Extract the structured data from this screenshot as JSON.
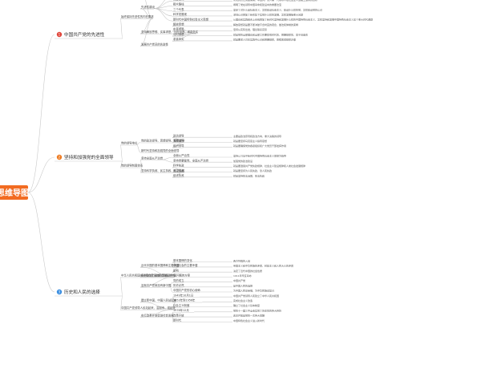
{
  "root": {
    "label": "的思维导图",
    "color": "#f26b21"
  },
  "colors": {
    "line": "#c9c9c9",
    "section": "#e8a33a",
    "badge_red": "#e0453a",
    "badge_orange": "#ee7b22",
    "badge_blue": "#3a8ee0"
  },
  "sections": [
    {
      "num": "1",
      "label": "中国共产党的先进性",
      "children": [
        {
          "label": "始终保持先进性的内在要求",
          "children": [
            {
              "label": "马克思主义",
              "leaf": "马克思主义是我们立党立国的根本指导思想"
            },
            {
              "label": "先进性建设",
              "children": [
                {
                  "label": "马克思主义",
                  "leaf": "马克思主义是我们党立党立国的根本指导思想，坚持马克思主义在意识形态领域指导地位"
                },
                {
                  "label": "社会主义",
                  "leaf": "从党的历史角度来看，中国共产党人第一代领导人在社会主义道路上追求的目标"
                },
                {
                  "label": "群众路线",
                  "leaf": "阐明了党在领导中国革命和建设中的重要法宝"
                },
                {
                  "label": "三个代表",
                  "leaf": "坚定了对什么是社会主义、怎样建设社会主义、建设什么样的党、怎样建设党的认识"
                },
                {
                  "label": "科学发展观",
                  "leaf": "深刻认识回答了新形势下实现什么样的发展、怎样发展等重大问题"
                },
                {
                  "label": "新时代中国特色社会主义思想",
                  "leaf": "从理论和实践结合上系统回答了新时代坚持和发展什么样的中国特色社会主义、怎样坚持和发展中国特色社会主义这个重大时代课题"
                }
              ]
            },
            {
              "label": "坚持解放思想、实事求是、与时俱进、求真务实",
              "children": [
                {
                  "label": "解放思想",
                  "leaf": "解放思想就是要不断冲破不合时宜的观念、做法和体制的束缚"
                },
                {
                  "label": "实事求是",
                  "leaf": "坚持从实际出发，理论联系实际"
                },
                {
                  "label": "与时俱进",
                  "leaf": "就是党的全部理论和全部工作要体现时代性、把握规律性、富于创造性"
                },
                {
                  "label": "求真务实",
                  "leaf": "就是要求人们在实践中认识和把握规律，按照客观规律办事"
                }
              ]
            },
            {
              "label": "发展共产党员的先进性"
            }
          ]
        }
      ]
    },
    {
      "num": "2",
      "label": "坚持和加强党的全面领导",
      "children": [
        {
          "label": "党的领导地位",
          "children": [
            {
              "label": "党的政治领导、思想领导、组织领导",
              "children": [
                {
                  "label": "政治领导",
                  "leaf": "主要是政治原则和政治方向、重大决策的领导"
                },
                {
                  "label": "思想领导",
                  "leaf": "就是要坚持马克思主义指导思想"
                },
                {
                  "label": "组织领导",
                  "leaf": "就是要确保党的各级组织和广大党员干部发挥作用"
                }
              ]
            },
            {
              "label": "新时代坚持和加强党的全面领导"
            }
          ]
        },
        {
          "label": "党的领导制度体系",
          "children": [
            {
              "label": "坚持全面从严治党",
              "children": [
                {
                  "label": "全面从严治党",
                  "leaf": "坚持以习近平新时代中国特色社会主义思想为指导"
                },
                {
                  "label": "坚持党要管党、全面从严治党",
                  "leaf": "加强党的政治建设"
                }
              ]
            },
            {
              "label": "坚持科学执政、民主执政、依法执政",
              "children": [
                {
                  "label": "科学执政",
                  "leaf": "就是要遵循共产党执政规律、社会主义建设规律和人类社会发展规律"
                },
                {
                  "label": "民主执政",
                  "leaf": "就是要坚持为人民执政、靠人民执政"
                },
                {
                  "label": "依法执政",
                  "leaf": "就是坚持依法治国、依法执政"
                }
              ]
            }
          ]
        }
      ]
    },
    {
      "num": "3",
      "label": "历史和人民的选择",
      "children": [
        {
          "label": "中华人民共和国成立是有着深刻的历史必然性",
          "children": [
            {
              "label": "近代中国的基本国情和主要矛盾",
              "children": [
                {
                  "label": "基本国情的变化",
                  "leaf": "西方列强的入侵"
                },
                {
                  "label": "中国社会的主要矛盾",
                  "leaf": "帝国主义和中华民族的矛盾、封建主义和人民大众的矛盾"
                },
                {
                  "label": "影响",
                  "leaf": "决定了近代中国的社会性质"
                }
              ]
            },
            {
              "label": "各种政治力量都试图解决中国问题的方案",
              "leaf": "1911年辛亥革命"
            },
            {
              "label": "没有共产党就没有新中国",
              "children": [
                {
                  "label": "党的成立",
                  "leaf": "中国共产党"
                },
                {
                  "label": "历史必然",
                  "leaf": "是中国人民的选择"
                },
                {
                  "label": "中国共产党的初心使命",
                  "leaf": "为中国人民谋幸福，为中华民族谋复兴"
                }
              ]
            }
          ]
        },
        {
          "label": "中国共产党领导人民站起来、富起来、强起来",
          "children": [
            {
              "label": "建立新中国、中国人民站起来",
              "children": [
                {
                  "label": "1949年10月1日",
                  "leaf": "中国共产党领导人民建立了中华人民共和国"
                },
                {
                  "label": "1953年到1956年",
                  "leaf": "完成社会主义改造"
                },
                {
                  "label": "社会主义制度",
                  "leaf": "确立了社会主义基本制度"
                }
              ]
            },
            {
              "label": "实行改革开放促进社会发展",
              "children": [
                {
                  "label": "1978年12月",
                  "leaf": "党的十一届三中全会实现了历史性的伟大转折"
                },
                {
                  "label": "改革开放",
                  "leaf": "改革开放是党的一次伟大觉醒"
                },
                {
                  "label": "新时代",
                  "leaf": "中国特色社会主义进入新时代"
                }
              ]
            }
          ]
        }
      ]
    }
  ]
}
